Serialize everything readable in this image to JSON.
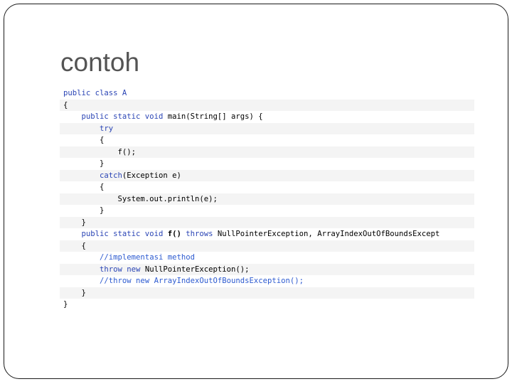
{
  "slide": {
    "title": "contoh"
  },
  "code": {
    "lines": [
      [
        {
          "t": "public class ",
          "s": "kw"
        },
        {
          "t": "A",
          "s": "kw"
        }
      ],
      [
        {
          "t": "{",
          "s": "plain"
        }
      ],
      [
        {
          "t": "    ",
          "s": "plain"
        },
        {
          "t": "public static void ",
          "s": "kw"
        },
        {
          "t": "main(String[] args) {",
          "s": "plain"
        }
      ],
      [
        {
          "t": "        ",
          "s": "plain"
        },
        {
          "t": "try",
          "s": "kw"
        }
      ],
      [
        {
          "t": "        {",
          "s": "plain"
        }
      ],
      [
        {
          "t": "            f();",
          "s": "plain"
        }
      ],
      [
        {
          "t": "        }",
          "s": "plain"
        }
      ],
      [
        {
          "t": "        ",
          "s": "plain"
        },
        {
          "t": "catch",
          "s": "kw"
        },
        {
          "t": "(Exception e)",
          "s": "plain"
        }
      ],
      [
        {
          "t": "        {",
          "s": "plain"
        }
      ],
      [
        {
          "t": "            System.out.println(e);",
          "s": "plain"
        }
      ],
      [
        {
          "t": "        }",
          "s": "plain"
        }
      ],
      [
        {
          "t": "    }",
          "s": "plain"
        }
      ],
      [
        {
          "t": "    ",
          "s": "plain"
        },
        {
          "t": "public static void ",
          "s": "kw"
        },
        {
          "t": "f() ",
          "s": "bold"
        },
        {
          "t": "throws ",
          "s": "kw"
        },
        {
          "t": "NullPointerException, ArrayIndexOutOfBoundsExcept",
          "s": "plain"
        }
      ],
      [
        {
          "t": "    {",
          "s": "plain"
        }
      ],
      [
        {
          "t": "        ",
          "s": "plain"
        },
        {
          "t": "//implementasi method",
          "s": "comment"
        }
      ],
      [
        {
          "t": "        ",
          "s": "plain"
        },
        {
          "t": "throw new ",
          "s": "kw"
        },
        {
          "t": "NullPointerException();",
          "s": "plain"
        }
      ],
      [
        {
          "t": "        ",
          "s": "plain"
        },
        {
          "t": "//throw new ArrayIndexOutOfBoundsException();",
          "s": "comment"
        }
      ],
      [
        {
          "t": "    }",
          "s": "plain"
        }
      ],
      [
        {
          "t": "}",
          "s": "plain"
        }
      ]
    ]
  }
}
